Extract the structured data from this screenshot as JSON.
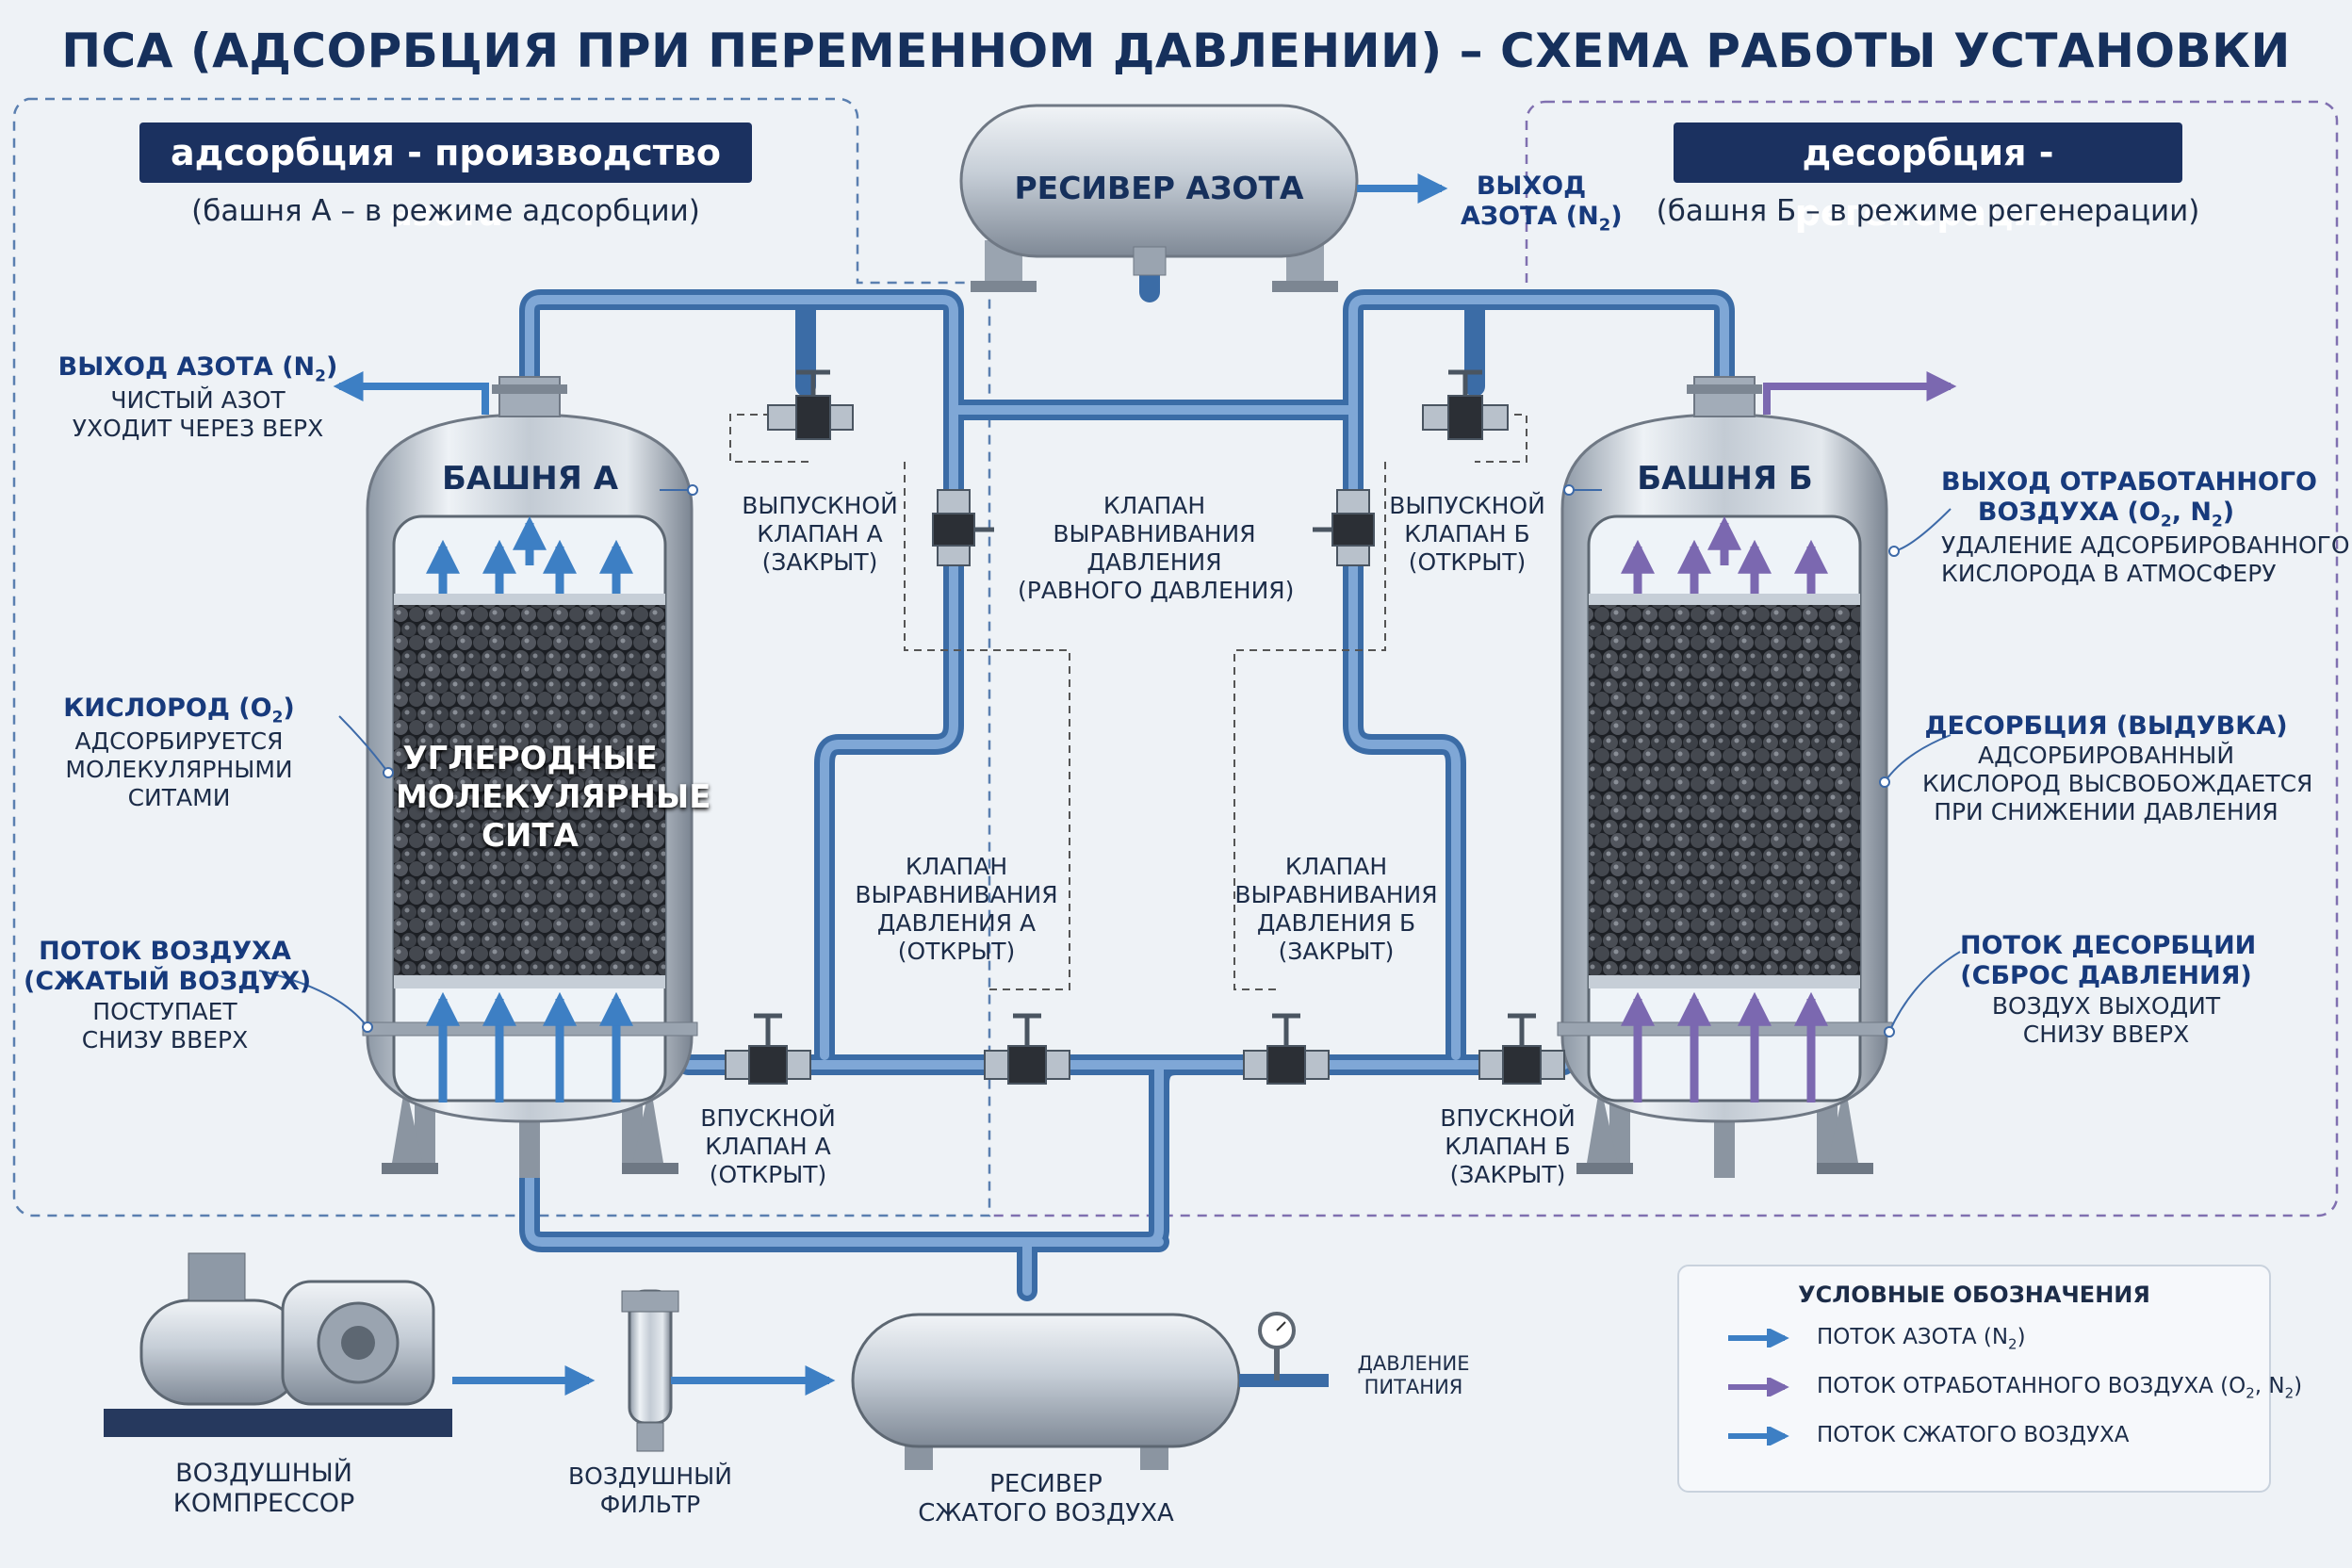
{
  "title": "ПСА (АДСОРБЦИЯ ПРИ ПЕРЕМЕННОМ ДАВЛЕНИИ) – СХЕМА РАБОТЫ УСТАНОВКИ",
  "colors": {
    "nitrogen_flow": "#3d7fc4",
    "waste_flow": "#7b68b0",
    "air_flow": "#3d7fc4",
    "tag_bg": "#1b3160",
    "pipe": "#4f7fb8"
  },
  "left_panel": {
    "tag": "адсорбция - производство азота",
    "subtitle": "(башня А – в режиме адсорбции)"
  },
  "right_panel": {
    "tag": "десорбция - регенерация",
    "subtitle": "(башня Б – в режиме регенерации)"
  },
  "receiver": {
    "label": "РЕСИВЕР АЗОТА",
    "output_line1": "ВЫХОД",
    "output_line2": "АЗОТА (N",
    "output_sub": "2",
    "output_end": ")"
  },
  "tower_a": {
    "title": "БАШНЯ А",
    "sieve": [
      "УГЛЕРОДНЫЕ",
      "МОЛЕКУЛЯРНЫЕ",
      "СИТА"
    ],
    "out_title": "ВЫХОД АЗОТА (N",
    "out_sub": "2",
    "out_end": ")",
    "out_desc": [
      "ЧИСТЫЙ АЗОТ",
      "УХОДИТ ЧЕРЕЗ ВЕРХ"
    ],
    "oxygen_title": "КИСЛОРОД (O",
    "oxygen_sub": "2",
    "oxygen_end": ")",
    "oxygen_desc": [
      "АДСОРБИРУЕТСЯ",
      "МОЛЕКУЛЯРНЫМИ",
      "СИТАМИ"
    ],
    "air_title": [
      "ПОТОК ВОЗДУХА",
      "(СЖАТЫЙ ВОЗДУХ)"
    ],
    "air_desc": [
      "ПОСТУПАЕТ",
      "СНИЗУ ВВЕРХ"
    ]
  },
  "tower_b": {
    "title": "БАШНЯ Б",
    "waste_title1": "ВЫХОД ОТРАБОТАННОГО",
    "waste_title2": "ВОЗДУХА (O",
    "waste_sub1": "2",
    "waste_mid": ", N",
    "waste_sub2": "2",
    "waste_end": ")",
    "waste_desc": [
      "УДАЛЕНИЕ АДСОРБИРОВАННОГО",
      "КИСЛОРОДА В АТМОСФЕРУ"
    ],
    "desorb_title": "ДЕСОРБЦИЯ (ВЫДУВКА)",
    "desorb_desc": [
      "АДСОРБИРОВАННЫЙ",
      "КИСЛОРОД ВЫСВОБОЖДАЕТСЯ",
      "ПРИ СНИЖЕНИИ ДАВЛЕНИЯ"
    ],
    "flow_title": [
      "ПОТОК ДЕСОРБЦИИ",
      "(СБРОС ДАВЛЕНИЯ)"
    ],
    "flow_desc": [
      "ВОЗДУХ ВЫХОДИТ",
      "СНИЗУ ВВЕРХ"
    ]
  },
  "valves": {
    "exhaust_a": [
      "ВЫПУСКНОЙ",
      "КЛАПАН А",
      "(ЗАКРЫТ)"
    ],
    "exhaust_b": [
      "ВЫПУСКНОЙ",
      "КЛАПАН Б",
      "(ОТКРЫТ)"
    ],
    "equalize": [
      "КЛАПАН",
      "ВЫРАВНИВАНИЯ",
      "ДАВЛЕНИЯ",
      "(РАВНОГО ДАВЛЕНИЯ)"
    ],
    "equalize_a": [
      "КЛАПАН",
      "ВЫРАВНИВАНИЯ",
      "ДАВЛЕНИЯ А",
      "(ОТКРЫТ)"
    ],
    "equalize_b": [
      "КЛАПАН",
      "ВЫРАВНИВАНИЯ",
      "ДАВЛЕНИЯ Б",
      "(ЗАКРЫТ)"
    ],
    "inlet_a": [
      "ВПУСКНОЙ",
      "КЛАПАН А",
      "(ОТКРЫТ)"
    ],
    "inlet_b": [
      "ВПУСКНОЙ",
      "КЛАПАН Б",
      "(ЗАКРЫТ)"
    ]
  },
  "equipment": {
    "compressor": [
      "ВОЗДУШНЫЙ",
      "КОМПРЕССОР"
    ],
    "filter": [
      "ВОЗДУШНЫЙ",
      "ФИЛЬТР"
    ],
    "air_receiver": [
      "РЕСИВЕР",
      "СЖАТОГО ВОЗДУХА"
    ],
    "supply_pressure": [
      "ДАВЛЕНИЕ",
      "ПИТАНИЯ"
    ]
  },
  "legend": {
    "title": "УСЛОВНЫЕ ОБОЗНАЧЕНИЯ",
    "items": [
      {
        "text": "ПОТОК АЗОТА (N",
        "sub": "2",
        "end": ")",
        "color": "#3d7fc4"
      },
      {
        "text": "ПОТОК ОТРАБОТАННОГО ВОЗДУХА (O",
        "sub": "2",
        "mid": ", N",
        "sub2": "2",
        "end": ")",
        "color": "#7b68b0"
      },
      {
        "text": "ПОТОК СЖАТОГО ВОЗДУХА",
        "color": "#3d7fc4"
      }
    ]
  }
}
